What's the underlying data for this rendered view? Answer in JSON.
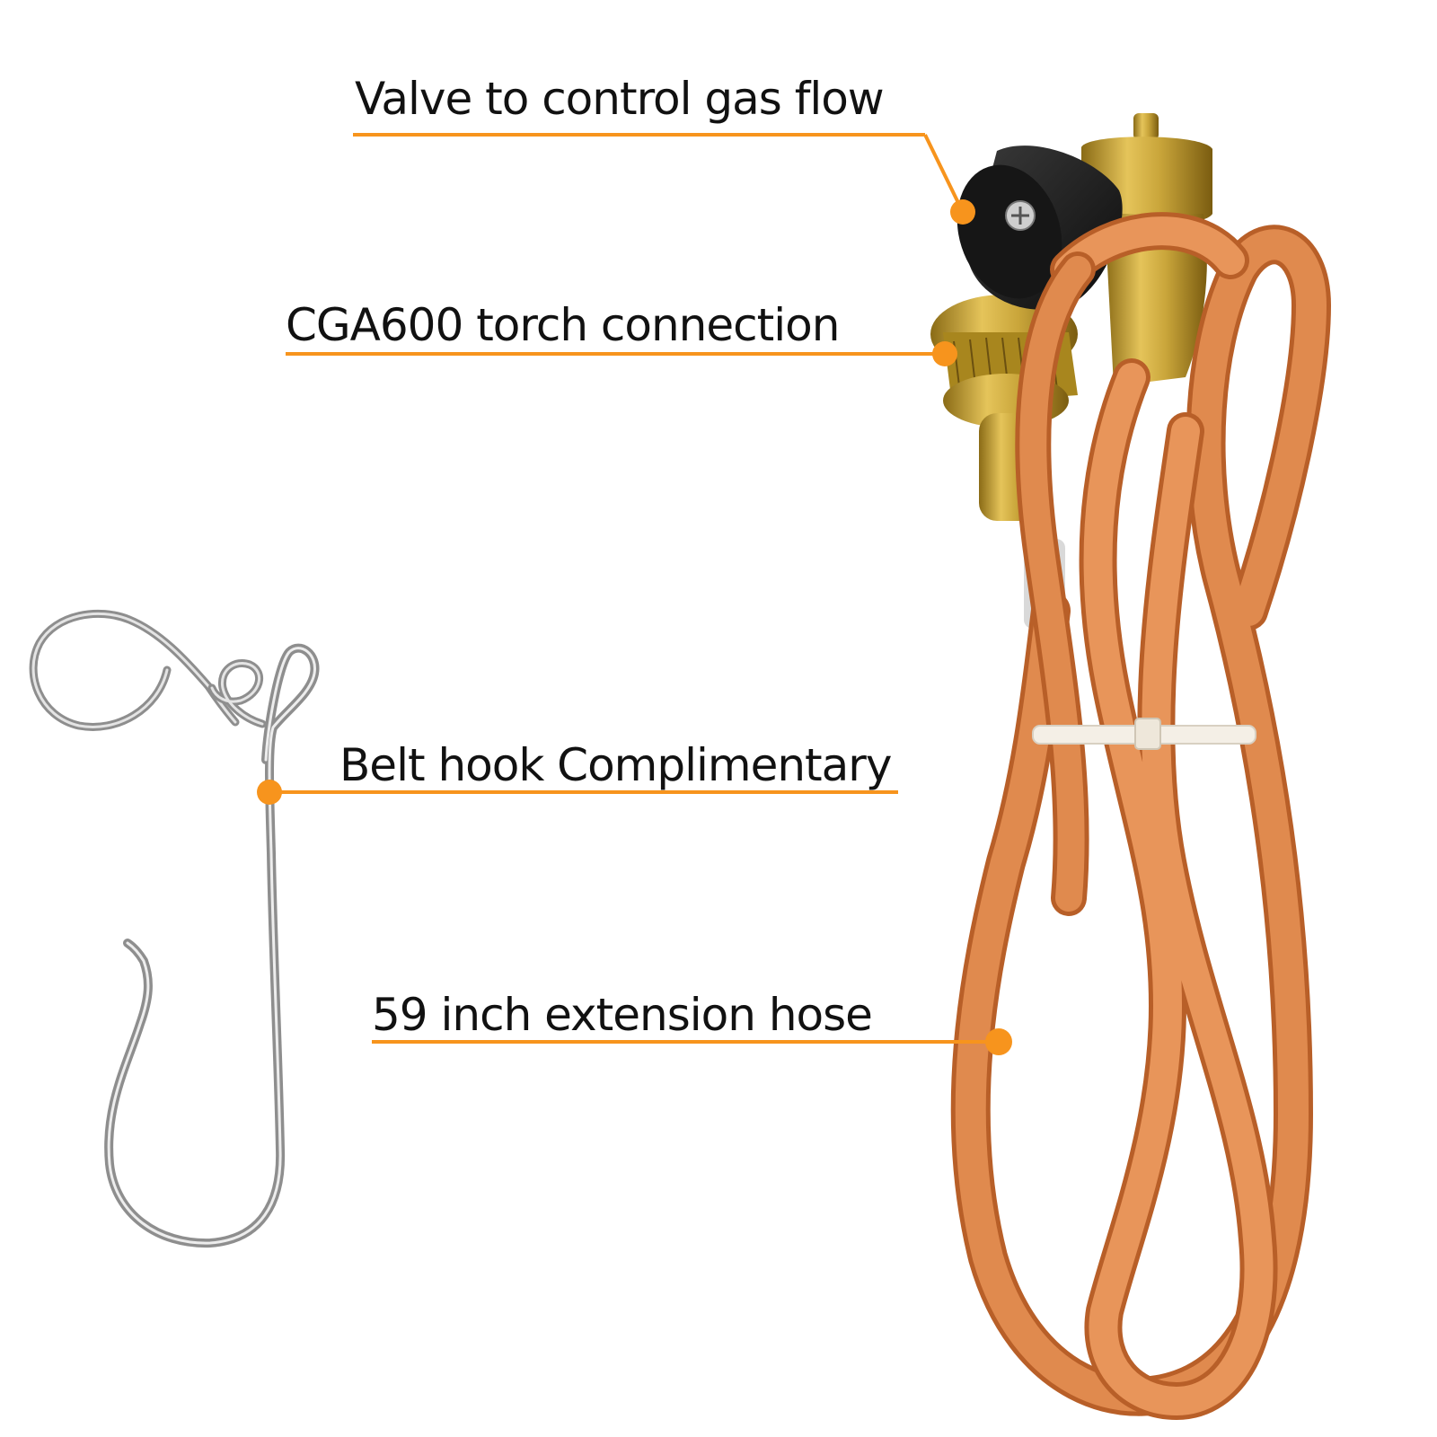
{
  "callouts": [
    {
      "label": "Valve to control gas flow"
    },
    {
      "label": "CGA600 torch connection"
    },
    {
      "label": "Belt hook Complimentary"
    },
    {
      "label": "59 inch extension hose"
    }
  ],
  "colors": {
    "background": "#ffffff",
    "callout_accent": "#F7941D",
    "hose": "#E08A4E",
    "hose_shadow": "#B85F28",
    "brass": "#C9A53A",
    "knob": "#1C1C1C",
    "hook_metal": "#B8B8B8",
    "text": "#111111"
  },
  "icons": {
    "valve": "valve-knob-icon",
    "connector": "brass-connector-icon",
    "hook": "belt-hook-icon",
    "hose": "hose-icon"
  }
}
